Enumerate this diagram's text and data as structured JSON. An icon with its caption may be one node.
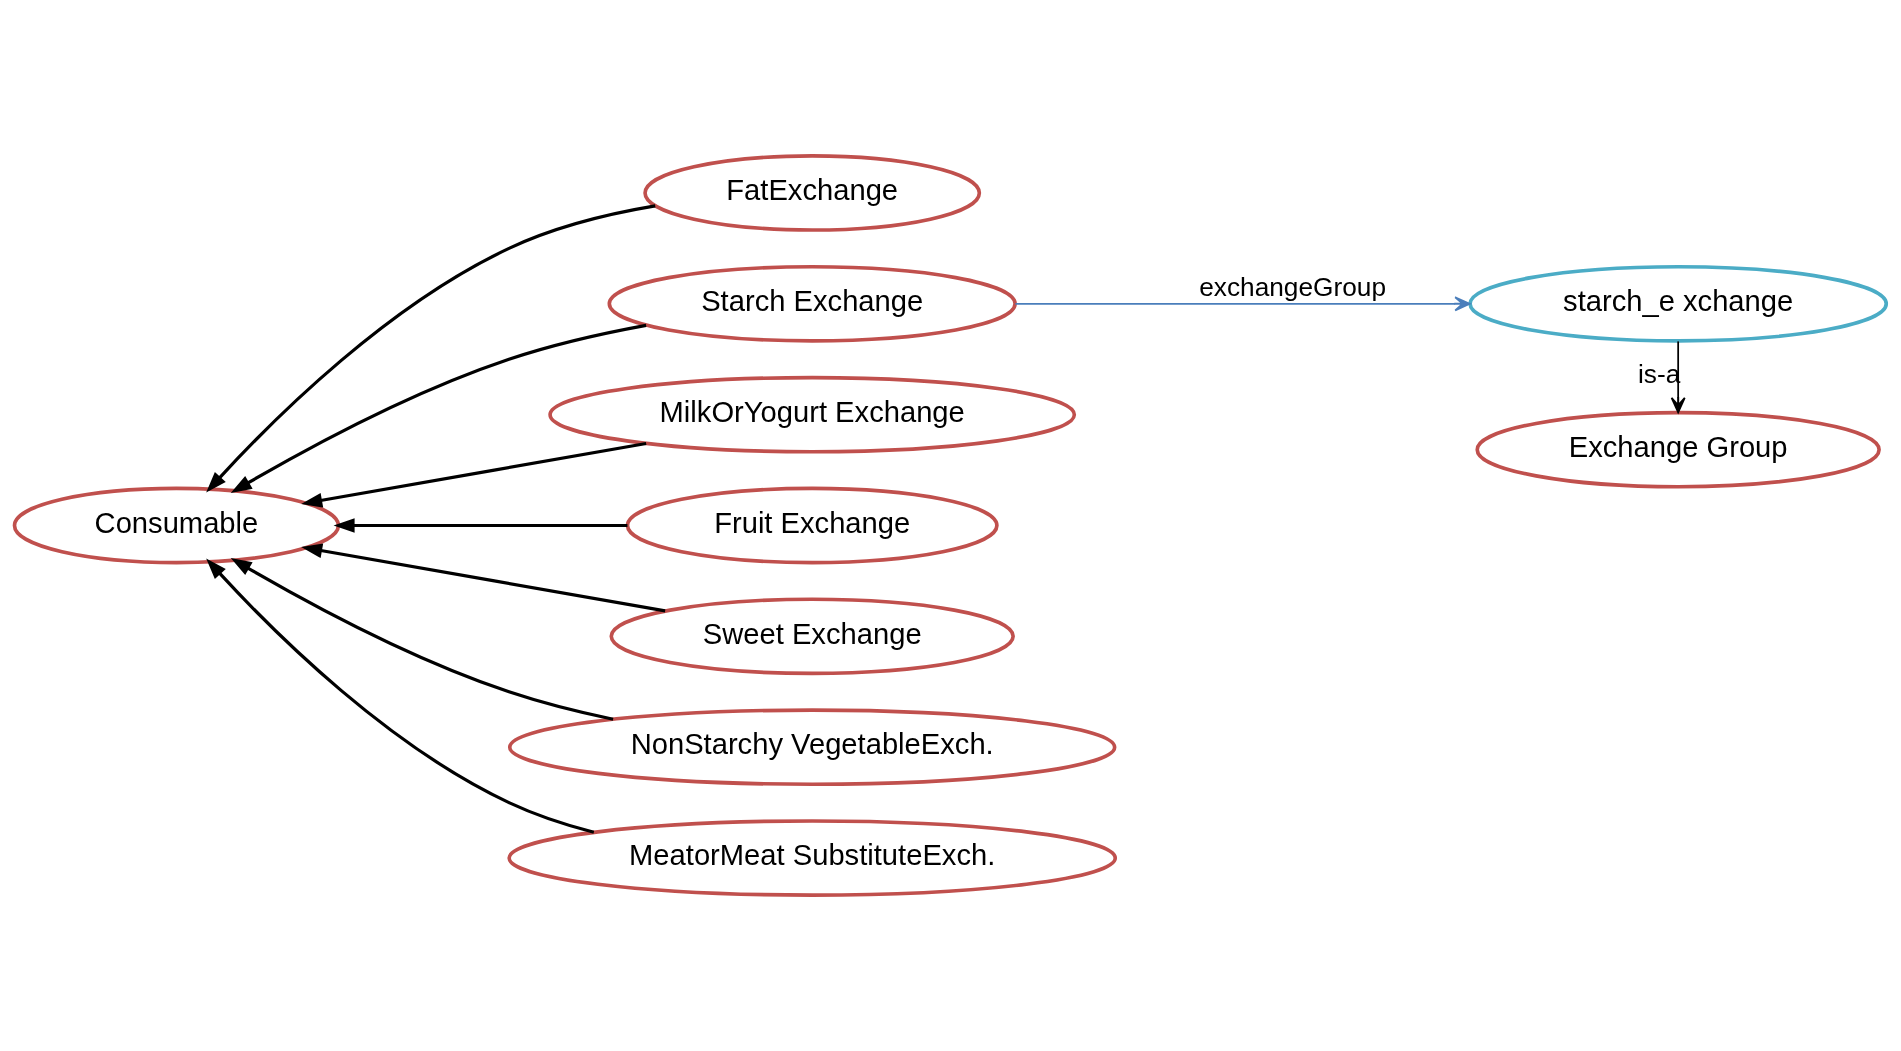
{
  "diagram": {
    "nodes": [
      {
        "text": [
          "FatExchange"
        ]
      },
      {
        "text": [
          "Starch Exchange"
        ]
      },
      {
        "text": [
          "MilkOrYogurt Exchange"
        ]
      },
      {
        "text": [
          "Fruit Exchange"
        ]
      },
      {
        "text": [
          "Sweet Exchange"
        ]
      },
      {
        "text": [
          "NonStarchy VegetableExch."
        ]
      },
      {
        "text": [
          "MeatorMeat SubstituteExch."
        ]
      },
      {
        "text": [
          "Consumable"
        ]
      },
      {
        "text": [
          "starch_e xchange"
        ]
      },
      {
        "text": [
          "Exchange Group"
        ]
      }
    ],
    "edges": [
      {
        "from": 0,
        "to": 7,
        "arrow": "to"
      },
      {
        "from": 1,
        "to": 7,
        "arrow": "to"
      },
      {
        "from": 2,
        "to": 7,
        "arrow": "to"
      },
      {
        "from": 3,
        "to": 7,
        "arrow": "to"
      },
      {
        "from": 4,
        "to": 7,
        "arrow": "to"
      },
      {
        "from": 5,
        "to": 7,
        "arrow": "to"
      },
      {
        "from": 6,
        "to": 7,
        "arrow": "to"
      },
      {
        "from": 1,
        "to": 8,
        "arrow": "to",
        "label": "exchangeGroup",
        "color": "#4a7ebb"
      },
      {
        "from": 8,
        "to": 9,
        "arrow": "to",
        "label": "is-a"
      }
    ]
  }
}
